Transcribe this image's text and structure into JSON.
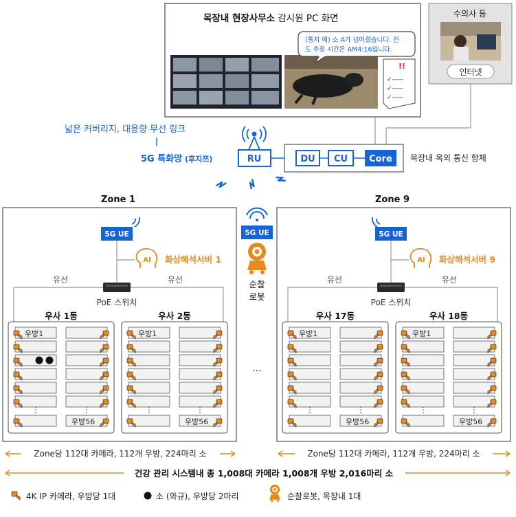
{
  "colors": {
    "blue": "#1565d8",
    "orange": "#e8891e",
    "frame": "#555555",
    "grey": "#9a9a9a",
    "dark": "#222222"
  },
  "top": {
    "pc_title_bold": "목장내 현장사무소",
    "pc_title_normal": " 감시원 PC 화면",
    "notice_line1": "(통지 예) 소 A가 넘어졌습니다. 전",
    "notice_line2": "도 추정 시간은 AM4:16입니다.",
    "alert_mark": "!!",
    "check_item": "-----",
    "vet_title": "수의사 등",
    "internet": "인터넷"
  },
  "network": {
    "coverage": "넓은 커버리지, 대용량 무선 링크",
    "net_name": "5G 특화망",
    "net_maker": " (후지쯔)",
    "ru": "RU",
    "du": "DU",
    "cu": "CU",
    "core": "Core",
    "cabinet": "목장내 옥외 통신 함체"
  },
  "zones": [
    {
      "title": "Zone 1",
      "ue": "5G UE",
      "ai_badge": "AI",
      "server": "화상해석서버 1",
      "wired_left": "유선",
      "wired_right": "유선",
      "switch": "PoE 스위치",
      "barn_left": "우사 1동",
      "barn_right": "우사 2동",
      "room_first": "우방1",
      "room_last": "우방56",
      "dots": "⋮",
      "footer": "Zone당 112대 카메라, 112개 우방, 224마리 소"
    },
    {
      "title": "Zone 9",
      "ue": "5G UE",
      "ai_badge": "AI",
      "server": "화상해석서버 9",
      "wired_left": "유선",
      "wired_right": "유선",
      "switch": "PoE 스위치",
      "barn_left": "우사 17동",
      "barn_right": "우사 18동",
      "room_first": "우방1",
      "room_last": "우방56",
      "dots": "⋮",
      "footer": "Zone당 112대 카메라, 112개 우방, 224마리 소"
    }
  ],
  "robot": {
    "ue": "5G UE",
    "line1": "순찰",
    "line2": "로봇"
  },
  "ellipsis": "...",
  "summary": "건강 관리 시스템내 총 1,008대 카메라  1,008개 우방  2,016마리 소",
  "legend": {
    "camera": "4K IP 카메라, 우방당 1대",
    "cow": "소 (와규), 우방당 2마리",
    "robot": "순찰로봇, 목장내 1대"
  }
}
